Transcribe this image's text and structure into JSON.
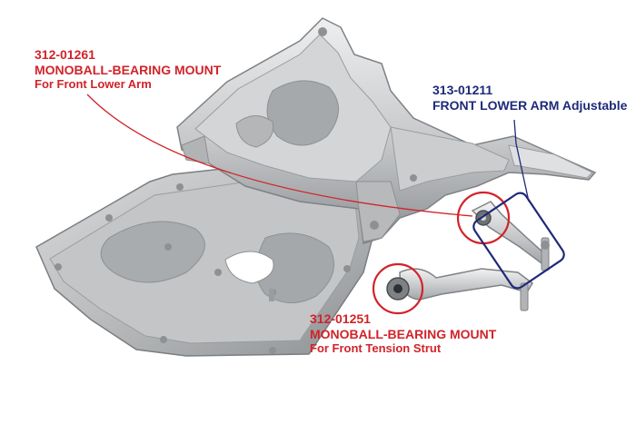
{
  "colors": {
    "red": "#d2232a",
    "navy": "#1e2a78",
    "metal": "#c9cbcd",
    "metal_dark": "#8e9194",
    "metal_light": "#e7e8e9"
  },
  "callouts": {
    "lower_arm_mount": {
      "part_number": "312-01261",
      "title": "MONOBALL-BEARING MOUNT",
      "subtitle": "For Front Lower Arm"
    },
    "lower_arm": {
      "part_number": "313-01211",
      "title": "FRONT LOWER ARM Adjustable"
    },
    "tension_strut_mount": {
      "part_number": "312-01251",
      "title": "MONOBALL-BEARING MOUNT",
      "subtitle": "For Front Tension Strut"
    }
  }
}
